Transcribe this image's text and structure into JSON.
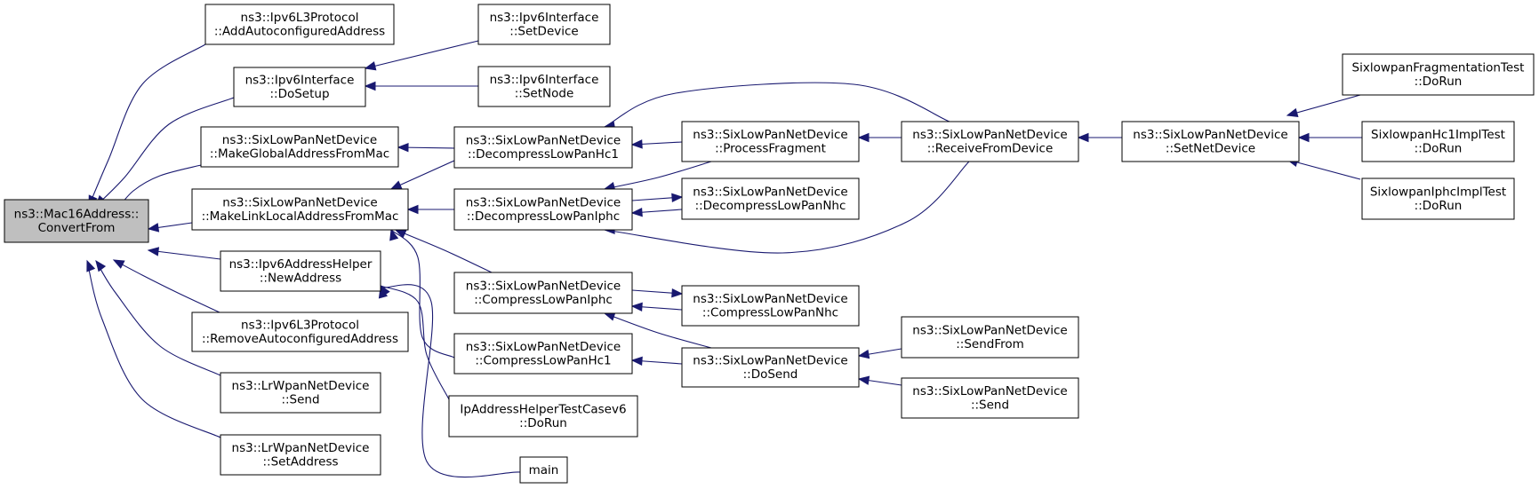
{
  "diagram": {
    "nodes": [
      {
        "id": "root",
        "lines": [
          "ns3::Mac16Address::",
          "ConvertFrom"
        ],
        "root": true
      },
      {
        "id": "ipv6l3_add",
        "lines": [
          "ns3::Ipv6L3Protocol",
          "::AddAutoconfiguredAddress"
        ]
      },
      {
        "id": "ipv6if_dosetup",
        "lines": [
          "ns3::Ipv6Interface",
          "::DoSetup"
        ]
      },
      {
        "id": "slp_global",
        "lines": [
          "ns3::SixLowPanNetDevice",
          "::MakeGlobalAddressFromMac"
        ]
      },
      {
        "id": "slp_linklocal",
        "lines": [
          "ns3::SixLowPanNetDevice",
          "::MakeLinkLocalAddressFromMac"
        ]
      },
      {
        "id": "ipv6helper_new",
        "lines": [
          "ns3::Ipv6AddressHelper",
          "::NewAddress"
        ]
      },
      {
        "id": "ipv6l3_remove",
        "lines": [
          "ns3::Ipv6L3Protocol",
          "::RemoveAutoconfiguredAddress"
        ]
      },
      {
        "id": "lrwpan_send",
        "lines": [
          "ns3::LrWpanNetDevice",
          "::Send"
        ]
      },
      {
        "id": "lrwpan_setaddr",
        "lines": [
          "ns3::LrWpanNetDevice",
          "::SetAddress"
        ]
      },
      {
        "id": "ipv6if_setdevice",
        "lines": [
          "ns3::Ipv6Interface",
          "::SetDevice"
        ]
      },
      {
        "id": "ipv6if_setnode",
        "lines": [
          "ns3::Ipv6Interface",
          "::SetNode"
        ]
      },
      {
        "id": "slp_dechc1",
        "lines": [
          "ns3::SixLowPanNetDevice",
          "::DecompressLowPanHc1"
        ]
      },
      {
        "id": "slp_deciphc",
        "lines": [
          "ns3::SixLowPanNetDevice",
          "::DecompressLowPanIphc"
        ]
      },
      {
        "id": "slp_comiphc",
        "lines": [
          "ns3::SixLowPanNetDevice",
          "::CompressLowPanIphc"
        ]
      },
      {
        "id": "slp_comhc1",
        "lines": [
          "ns3::SixLowPanNetDevice",
          "::CompressLowPanHc1"
        ]
      },
      {
        "id": "iphelper_test",
        "lines": [
          "IpAddressHelperTestCasev6",
          "::DoRun"
        ]
      },
      {
        "id": "main",
        "lines": [
          "main"
        ]
      },
      {
        "id": "slp_procfrag",
        "lines": [
          "ns3::SixLowPanNetDevice",
          "::ProcessFragment"
        ]
      },
      {
        "id": "slp_decnhc",
        "lines": [
          "ns3::SixLowPanNetDevice",
          "::DecompressLowPanNhc"
        ]
      },
      {
        "id": "slp_comnhc",
        "lines": [
          "ns3::SixLowPanNetDevice",
          "::CompressLowPanNhc"
        ]
      },
      {
        "id": "slp_dosend",
        "lines": [
          "ns3::SixLowPanNetDevice",
          "::DoSend"
        ]
      },
      {
        "id": "slp_recv",
        "lines": [
          "ns3::SixLowPanNetDevice",
          "::ReceiveFromDevice"
        ]
      },
      {
        "id": "slp_sendfrom",
        "lines": [
          "ns3::SixLowPanNetDevice",
          "::SendFrom"
        ]
      },
      {
        "id": "slp_send",
        "lines": [
          "ns3::SixLowPanNetDevice",
          "::Send"
        ]
      },
      {
        "id": "slp_setnetdev",
        "lines": [
          "ns3::SixLowPanNetDevice",
          "::SetNetDevice"
        ]
      },
      {
        "id": "test_frag",
        "lines": [
          "SixlowpanFragmentationTest",
          "::DoRun"
        ]
      },
      {
        "id": "test_hc1",
        "lines": [
          "SixlowpanHc1ImplTest",
          "::DoRun"
        ]
      },
      {
        "id": "test_iphc",
        "lines": [
          "SixlowpanIphcImplTest",
          "::DoRun"
        ]
      }
    ],
    "edges": [
      {
        "from": "ipv6l3_add",
        "to": "root"
      },
      {
        "from": "ipv6if_dosetup",
        "to": "root"
      },
      {
        "from": "slp_global",
        "to": "root"
      },
      {
        "from": "slp_linklocal",
        "to": "root"
      },
      {
        "from": "ipv6helper_new",
        "to": "root"
      },
      {
        "from": "ipv6l3_remove",
        "to": "root"
      },
      {
        "from": "lrwpan_send",
        "to": "root"
      },
      {
        "from": "lrwpan_setaddr",
        "to": "root"
      },
      {
        "from": "ipv6if_setdevice",
        "to": "ipv6if_dosetup"
      },
      {
        "from": "ipv6if_setnode",
        "to": "ipv6if_dosetup"
      },
      {
        "from": "slp_dechc1",
        "to": "slp_global"
      },
      {
        "from": "slp_dechc1",
        "to": "slp_linklocal"
      },
      {
        "from": "slp_deciphc",
        "to": "slp_linklocal"
      },
      {
        "from": "slp_comiphc",
        "to": "slp_linklocal"
      },
      {
        "from": "slp_comhc1",
        "to": "slp_linklocal"
      },
      {
        "from": "iphelper_test",
        "to": "ipv6helper_new"
      },
      {
        "from": "main",
        "to": "ipv6helper_new"
      },
      {
        "from": "slp_procfrag",
        "to": "slp_dechc1"
      },
      {
        "from": "slp_recv",
        "to": "slp_dechc1"
      },
      {
        "from": "slp_procfrag",
        "to": "slp_deciphc"
      },
      {
        "from": "slp_decnhc",
        "to": "slp_deciphc"
      },
      {
        "from": "slp_deciphc",
        "to": "slp_decnhc"
      },
      {
        "from": "slp_recv",
        "to": "slp_deciphc"
      },
      {
        "from": "slp_comiphc",
        "to": "slp_comnhc"
      },
      {
        "from": "slp_comnhc",
        "to": "slp_comiphc"
      },
      {
        "from": "slp_dosend",
        "to": "slp_comiphc"
      },
      {
        "from": "slp_dosend",
        "to": "slp_comhc1"
      },
      {
        "from": "slp_recv",
        "to": "slp_procfrag"
      },
      {
        "from": "slp_sendfrom",
        "to": "slp_dosend"
      },
      {
        "from": "slp_send",
        "to": "slp_dosend"
      },
      {
        "from": "slp_setnetdev",
        "to": "slp_recv"
      },
      {
        "from": "test_frag",
        "to": "slp_setnetdev"
      },
      {
        "from": "test_hc1",
        "to": "slp_setnetdev"
      },
      {
        "from": "test_iphc",
        "to": "slp_setnetdev"
      }
    ]
  }
}
